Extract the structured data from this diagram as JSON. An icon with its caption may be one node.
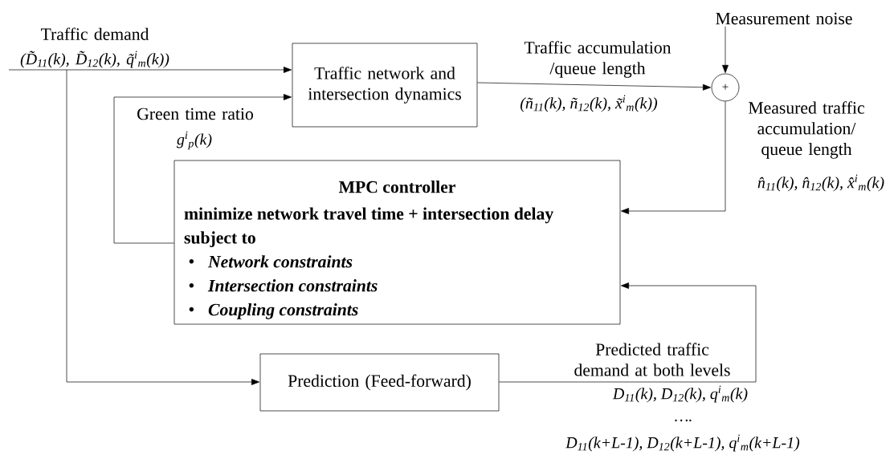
{
  "diagram": {
    "nodes": [
      {
        "text": [
          "Traffic network and intersection dynamics"
        ]
      },
      {
        "text": [
          "+"
        ]
      },
      {
        "text": [
          "MPC controller",
          "minimize  network travel time + intersection delay",
          "subject to",
          "Network constraints",
          "Intersection constraints",
          "Coupling constraints"
        ]
      },
      {
        "text": [
          "Prediction (Feed-forward)"
        ]
      },
      {
        "text": [
          "Measurement noise"
        ]
      },
      {
        "text": [
          "Traffic demand",
          "(D̃$_{11}$(k), D̃$_{12}$(k), q̃$^{i}$$_{m}$(k))"
        ]
      }
    ],
    "edges": [
      {
        "from": 5,
        "to": 0,
        "arrow": "to"
      },
      {
        "from": 5,
        "to": 3,
        "arrow": "to"
      },
      {
        "from": 2,
        "to": 0,
        "arrow": "to",
        "label": "Green time ratio"
      },
      {
        "from": 0,
        "to": 1,
        "arrow": "to",
        "label": "Traffic accumulation /queue length"
      },
      {
        "from": 4,
        "to": 1,
        "arrow": "to"
      },
      {
        "from": 1,
        "to": 2,
        "arrow": "to",
        "label": "Measured traffic accumulation/ queue length"
      },
      {
        "from": 3,
        "to": 2,
        "arrow": "to",
        "label": "Predicted traffic demand at both levels"
      }
    ],
    "labels": [
      "(ñ$_{11}$(k), ñ$_{12}$(k), x̃$^{i}$$_{m}$(k))",
      "g$^{i}$$_{p}$(k)",
      "n̂$_{11}$(k), n̂$_{12}$(k), x̂$^{i}$$_{m}$(k)",
      "D$_{11}$(k), D$_{12}$(k), q$^{i}$$_{m}$(k)",
      "….",
      "D$_{11}$(k+L-1), D$_{12}$(k+L-1), q$^{i}$$_{m}$(k+L-1)"
    ]
  }
}
